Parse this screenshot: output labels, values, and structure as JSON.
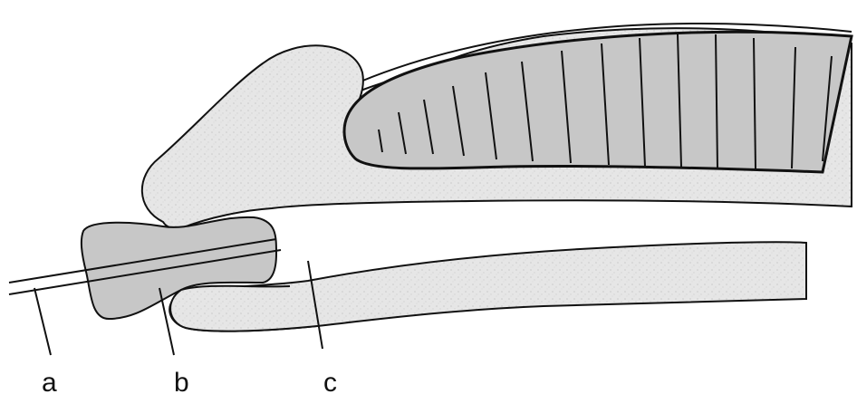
{
  "labels": {
    "a": "a",
    "b": "b",
    "c": "c"
  },
  "colors": {
    "background": "#ffffff",
    "tissue_fill": "#e6e6e6",
    "dark_fill": "#c7c7c7",
    "outline": "#111111"
  }
}
